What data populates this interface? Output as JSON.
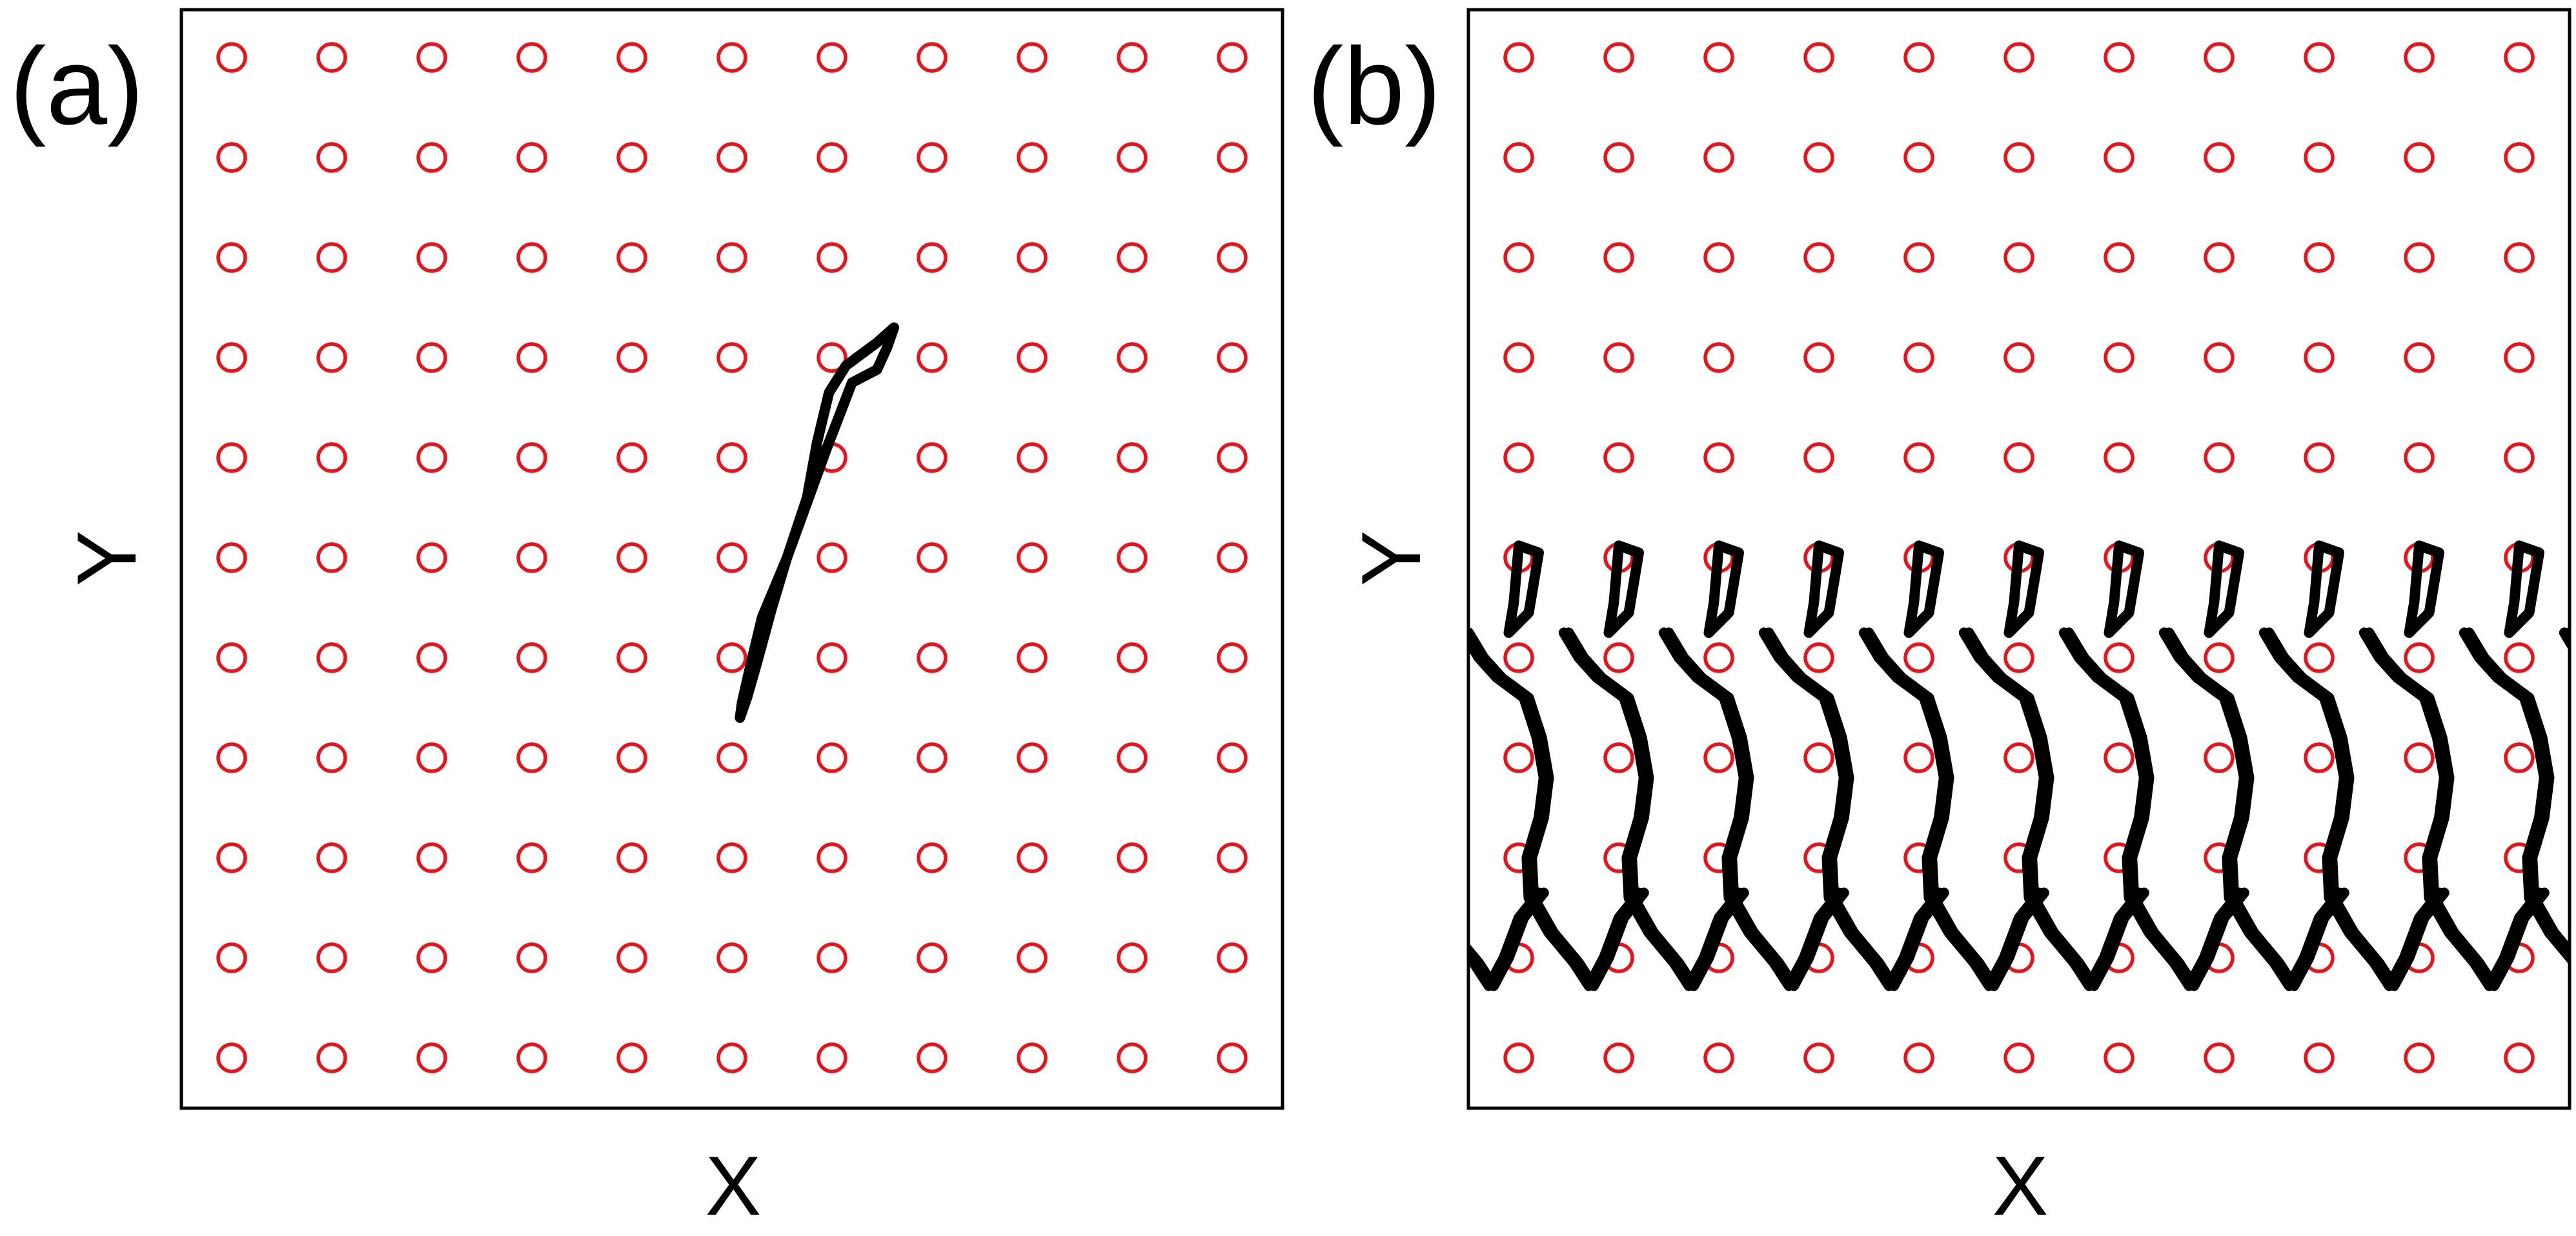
{
  "chart_data": [
    {
      "type": "scatter",
      "panel_label": "(a)",
      "xlabel": "X",
      "ylabel": "Y",
      "grid": false,
      "series": [
        {
          "marker": "open-circle",
          "color": "#e8141b",
          "x": [
            0,
            1,
            2,
            3,
            4,
            5,
            6,
            7,
            8,
            9,
            10
          ],
          "y": [
            0,
            1,
            2,
            3,
            4,
            5,
            6,
            7,
            8,
            9,
            10
          ]
        },
        {
          "marker": "line",
          "color": "#000000",
          "points": [
            [
              5.08,
              3.4
            ],
            [
              5.15,
              3.6
            ],
            [
              5.25,
              3.95
            ],
            [
              5.4,
              4.5
            ],
            [
              5.55,
              5.0
            ],
            [
              5.75,
              5.6
            ],
            [
              5.85,
              6.15
            ],
            [
              5.97,
              6.65
            ],
            [
              6.14,
              6.92
            ],
            [
              6.45,
              7.15
            ],
            [
              6.62,
              7.3
            ],
            [
              6.55,
              7.1
            ],
            [
              6.45,
              6.88
            ],
            [
              6.2,
              6.75
            ],
            [
              5.95,
              6.1
            ],
            [
              5.75,
              5.55
            ],
            [
              5.55,
              5.0
            ],
            [
              5.3,
              4.4
            ],
            [
              5.18,
              3.9
            ],
            [
              5.1,
              3.55
            ]
          ]
        }
      ]
    },
    {
      "type": "scatter",
      "panel_label": "(b)",
      "xlabel": "X",
      "ylabel": "Y",
      "grid": false,
      "series": [
        {
          "marker": "open-circle",
          "color": "#e8141b",
          "x": [
            0,
            1,
            2,
            3,
            4,
            5,
            6,
            7,
            8,
            9,
            10
          ],
          "y": [
            0,
            1,
            2,
            3,
            4,
            5,
            6,
            7,
            8,
            9,
            10
          ]
        },
        {
          "marker": "line",
          "color": "#000000",
          "repeat_period_x": 1,
          "points": [
            [
              -0.55,
              4.25
            ],
            [
              -0.4,
              4.0
            ],
            [
              -0.22,
              3.8
            ],
            [
              0.05,
              3.6
            ],
            [
              0.18,
              3.2
            ],
            [
              0.25,
              2.8
            ],
            [
              0.2,
              2.4
            ],
            [
              0.08,
              2.0
            ],
            [
              0.1,
              1.6
            ],
            [
              0.3,
              1.25
            ],
            [
              0.55,
              0.95
            ],
            [
              0.7,
              0.72
            ],
            [
              0.85,
              1.0
            ],
            [
              1.0,
              1.4
            ],
            [
              1.2,
              1.65
            ]
          ],
          "loop": [
            [
              0.0,
              5.12
            ],
            [
              0.2,
              5.05
            ],
            [
              0.15,
              4.75
            ],
            [
              0.1,
              4.45
            ],
            [
              -0.1,
              4.25
            ],
            [
              -0.05,
              4.55
            ],
            [
              0.0,
              5.12
            ]
          ]
        }
      ]
    }
  ]
}
